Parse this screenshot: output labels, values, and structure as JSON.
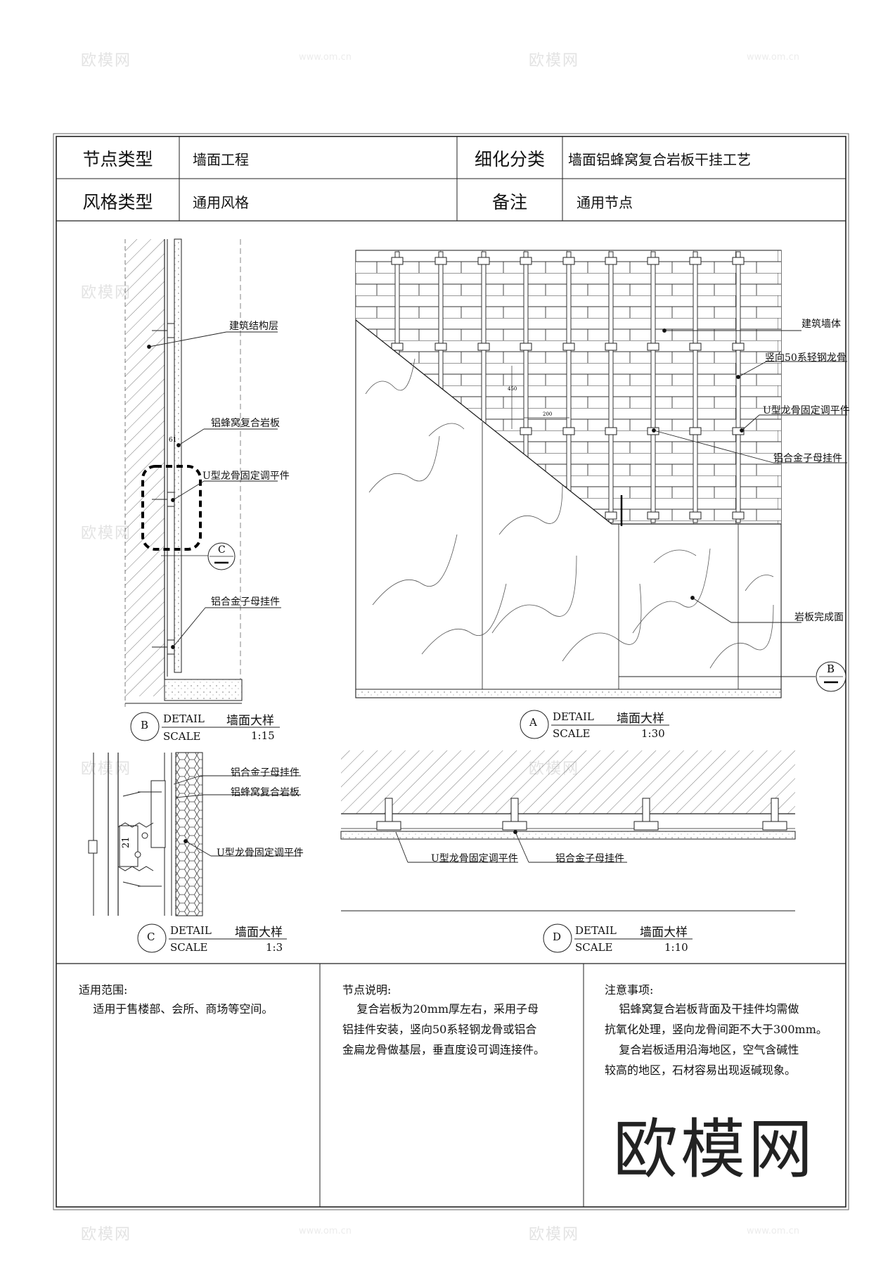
{
  "header": {
    "node_type_label": "节点类型",
    "node_type_value": "墙面工程",
    "detail_category_label": "细化分类",
    "detail_category_value": "墙面铝蜂窝复合岩板干挂工艺",
    "style_type_label": "风格类型",
    "style_type_value": "通用风格",
    "remarks_label": "备注",
    "remarks_value": "通用节点"
  },
  "details": {
    "A": {
      "id": "A",
      "detail_word": "DETAIL",
      "scale_word": "SCALE",
      "name": "墙面大样",
      "scale": "1:30",
      "labels": [
        "建筑墙体",
        "竖向50系轻钢龙骨",
        "U型龙骨固定调平件",
        "铝合金子母挂件",
        "岩板完成面"
      ],
      "dim_200": "200",
      "dim_450": "450",
      "section_ref": "B"
    },
    "B": {
      "id": "B",
      "detail_word": "DETAIL",
      "scale_word": "SCALE",
      "name": "墙面大样",
      "scale": "1:15",
      "labels": [
        "建筑结构层",
        "铝蜂窝复合岩板",
        "U型龙骨固定调平件",
        "铝合金子母挂件"
      ],
      "dim": "61",
      "callout_ref": "C"
    },
    "C": {
      "id": "C",
      "detail_word": "DETAIL",
      "scale_word": "SCALE",
      "name": "墙面大样",
      "scale": "1:3",
      "labels": [
        "铝合金子母挂件",
        "铝蜂窝复合岩板",
        "U型龙骨固定调平件"
      ],
      "dim": "21"
    },
    "D": {
      "id": "D",
      "detail_word": "DETAIL",
      "scale_word": "SCALE",
      "name": "墙面大样",
      "scale": "1:10",
      "labels": [
        "U型龙骨固定调平件",
        "铝合金子母挂件"
      ]
    }
  },
  "notes": {
    "scope_title": "适用范围:",
    "scope_body": "    适用于售楼部、会所、商场等空间。",
    "node_title": "节点说明:",
    "node_body": "    复合岩板为20mm厚左右，采用子母\n铝挂件安装，竖向50系轻钢龙骨或铝合\n金扁龙骨做基层，垂直度设可调连接件。",
    "caution_title": "注意事项:",
    "caution_body": "    铝蜂窝复合岩板背面及干挂件均需做\n抗氧化处理，竖向龙骨间距不大于300mm。\n    复合岩板适用沿海地区，空气含碱性\n较高的地区，石材容易出现返碱现象。"
  },
  "watermark": {
    "logo": "欧模网",
    "url": "www.om.cn"
  }
}
